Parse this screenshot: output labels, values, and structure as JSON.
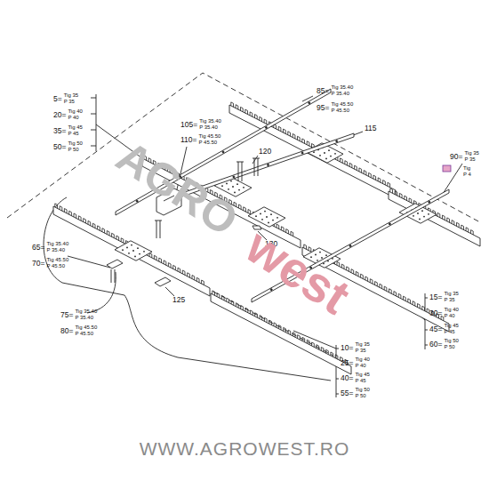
{
  "diagram": {
    "labels": [
      "5=",
      "Tig 35",
      "P 35",
      "20=",
      "Tig 40",
      "P 40",
      "35=",
      "Tig 45",
      "P 45",
      "50=",
      "Tig 50",
      "P 50",
      "85=",
      "Tig 35.40",
      "P 35.40",
      "95=",
      "Tig 45.50",
      "P 45.50",
      "105=",
      "Tig 35.40",
      "P 35.40",
      "110=",
      "Tig 45.50",
      "P 45.50",
      "115",
      "120",
      "130",
      "125",
      "90=",
      "Tig 35",
      "P 35",
      "Tig",
      "P 4",
      "65=",
      "Tig 35.40",
      "P 35.40",
      "70=",
      "Tig 45.50",
      "P 45.50",
      "75=",
      "Tig 35.40",
      "P 35.40",
      "80=",
      "Tig 45.50",
      "P 45.50",
      "10=",
      "Tig 35",
      "P 35",
      "25=",
      "Tig 40",
      "P 40",
      "40=",
      "Tig 45",
      "P 45",
      "55=",
      "Tig 50",
      "P 50",
      "15=",
      "Tig 35",
      "P 35",
      "30=",
      "Tig 40",
      "P 40",
      "45=",
      "Tig 45",
      "P 45",
      "60=",
      "Tig 50",
      "P 50",
      "AGRO",
      "west",
      "WWW.AGROWEST.RO"
    ]
  }
}
